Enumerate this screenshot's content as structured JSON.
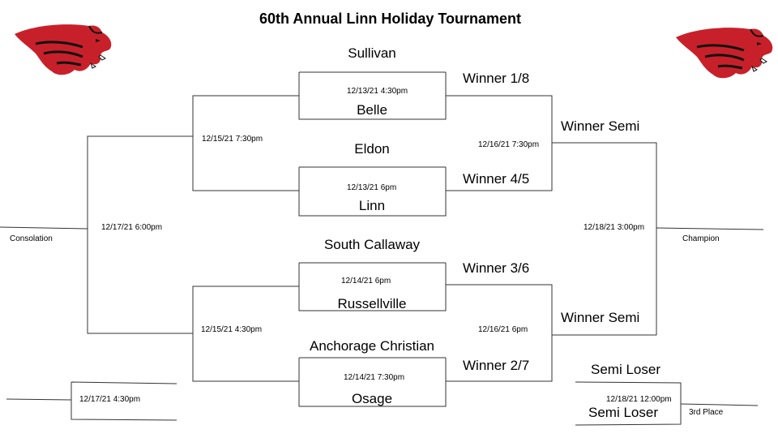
{
  "title": "60th Annual Linn Holiday Tournament",
  "colors": {
    "line": "#333333",
    "logo_red": "#c8202a",
    "logo_dark": "#111111"
  },
  "icons": {
    "logo_left": "cougar-head-logo",
    "logo_right": "cougar-head-logo"
  },
  "round1": [
    {
      "top_team": "Sullivan",
      "bottom_team": "Belle",
      "time": "12/13/21 4:30pm",
      "winner_label": "Winner 1/8"
    },
    {
      "top_team": "Eldon",
      "bottom_team": "Linn",
      "time": "12/13/21 6pm",
      "winner_label": "Winner 4/5"
    },
    {
      "top_team": "South Callaway",
      "bottom_team": "Russellville",
      "time": "12/14/21 6pm",
      "winner_label": "Winner 3/6"
    },
    {
      "top_team": "Anchorage Christian",
      "bottom_team": "Osage",
      "time": "12/14/21 7:30pm",
      "winner_label": "Winner 2/7"
    }
  ],
  "consolation_semis": {
    "top_time": "12/15/21 7:30pm",
    "bottom_time": "12/15/21 4:30pm"
  },
  "consolation_final": {
    "time": "12/17/21 6:00pm",
    "label": "Consolation"
  },
  "consolation_extra": {
    "time": "12/17/21 4:30pm"
  },
  "winner_semis": {
    "top_time": "12/16/21 7:30pm",
    "top_label": "Winner Semi",
    "bottom_time": "12/16/21 6pm",
    "bottom_label": "Winner Semi"
  },
  "championship": {
    "time": "12/18/21 3:00pm",
    "label": "Champion"
  },
  "third_place": {
    "top_label": "Semi Loser",
    "bottom_label": "Semi Loser",
    "time": "12/18/21 12:00pm",
    "label": "3rd Place"
  }
}
